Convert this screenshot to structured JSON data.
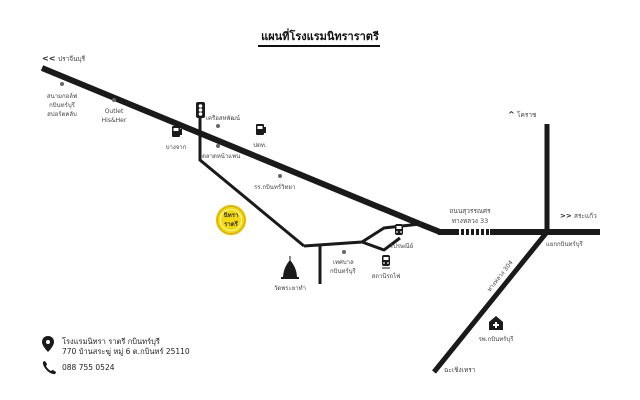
{
  "title": "แผนที่โรงแรมนิทราราตรี",
  "directions": {
    "prachinburi": "ปราจีนบุรี",
    "korat": "โคราช",
    "sakaeo": "สระแก้ว",
    "chachoengsao": "ฉะเชิงเทรา"
  },
  "roads": {
    "sukhumvit_line1": "ถนนสุวรรณศร",
    "sukhumvit_line2": "ทางหลวง 33",
    "hwy304": "ทางหลวง 304"
  },
  "places": {
    "golf_line1": "สนามกอล์ฟ",
    "golf_line2": "กบินทร์บุรี",
    "golf_line3": "สปอร์ตคลับ",
    "outlet_line1": "Outlet",
    "outlet_line2": "His&Her",
    "clock": "เครือสหพัฒน์",
    "ptt": "ปตท.",
    "bangchak": "บางจาก",
    "market": "ตลาดหน้าแพน",
    "school": "รร.กบินทร์วิทยา",
    "hotel_line1": "นิทรา",
    "hotel_line2": "ราตรี",
    "post": "ไปรษณีย์",
    "municipal_line1": "เทศบาล",
    "municipal_line2": "กบินทร์บุรี",
    "station": "สถานีรถไฟ",
    "temple": "วัดพระยาทำ",
    "intersection": "แยกกบินทร์บุรี",
    "hospital": "รพ.กบินทร์บุรี"
  },
  "footer": {
    "name": "โรงแรมนิทรา ราตรี กบินทร์บุรี",
    "address": "770 บ้านสระฆู่ หมู่ 6 ต.กบินทร์ 25110",
    "phone": "088 755 0524"
  },
  "colors": {
    "road": "#1a1a1a",
    "hotel_badge": "#f5d90a",
    "hotel_badge_ring": "#e0b800",
    "label": "#444444"
  },
  "icons": {
    "traffic_light": "traffic-light-icon",
    "fuel": "fuel-pump-icon",
    "train": "train-icon",
    "temple": "temple-icon",
    "hospital": "hospital-house-icon",
    "location": "location-pin-icon",
    "phone": "phone-icon"
  }
}
